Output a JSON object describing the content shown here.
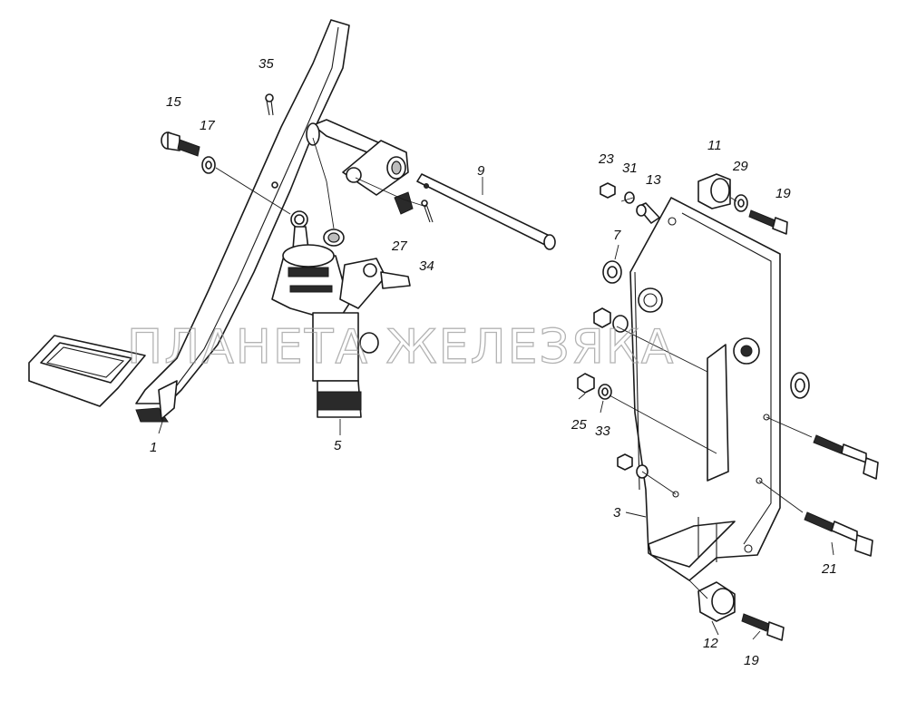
{
  "watermark": "ПЛАНЕТА ЖЕЛЕЗЯКА",
  "callouts": {
    "c1": "1",
    "c3": "3",
    "c5": "5",
    "c7": "7",
    "c9": "9",
    "c11": "11",
    "c12": "12",
    "c13": "13",
    "c15": "15",
    "c17": "17",
    "c19a": "19",
    "c19b": "19",
    "c21": "21",
    "c23": "23",
    "c25": "25",
    "c27": "27",
    "c29": "29",
    "c31": "31",
    "c33": "33",
    "c34": "34",
    "c35": "35"
  },
  "colors": {
    "line": "#1a1a1a",
    "background": "#ffffff",
    "watermark": "#9a9a9a"
  }
}
